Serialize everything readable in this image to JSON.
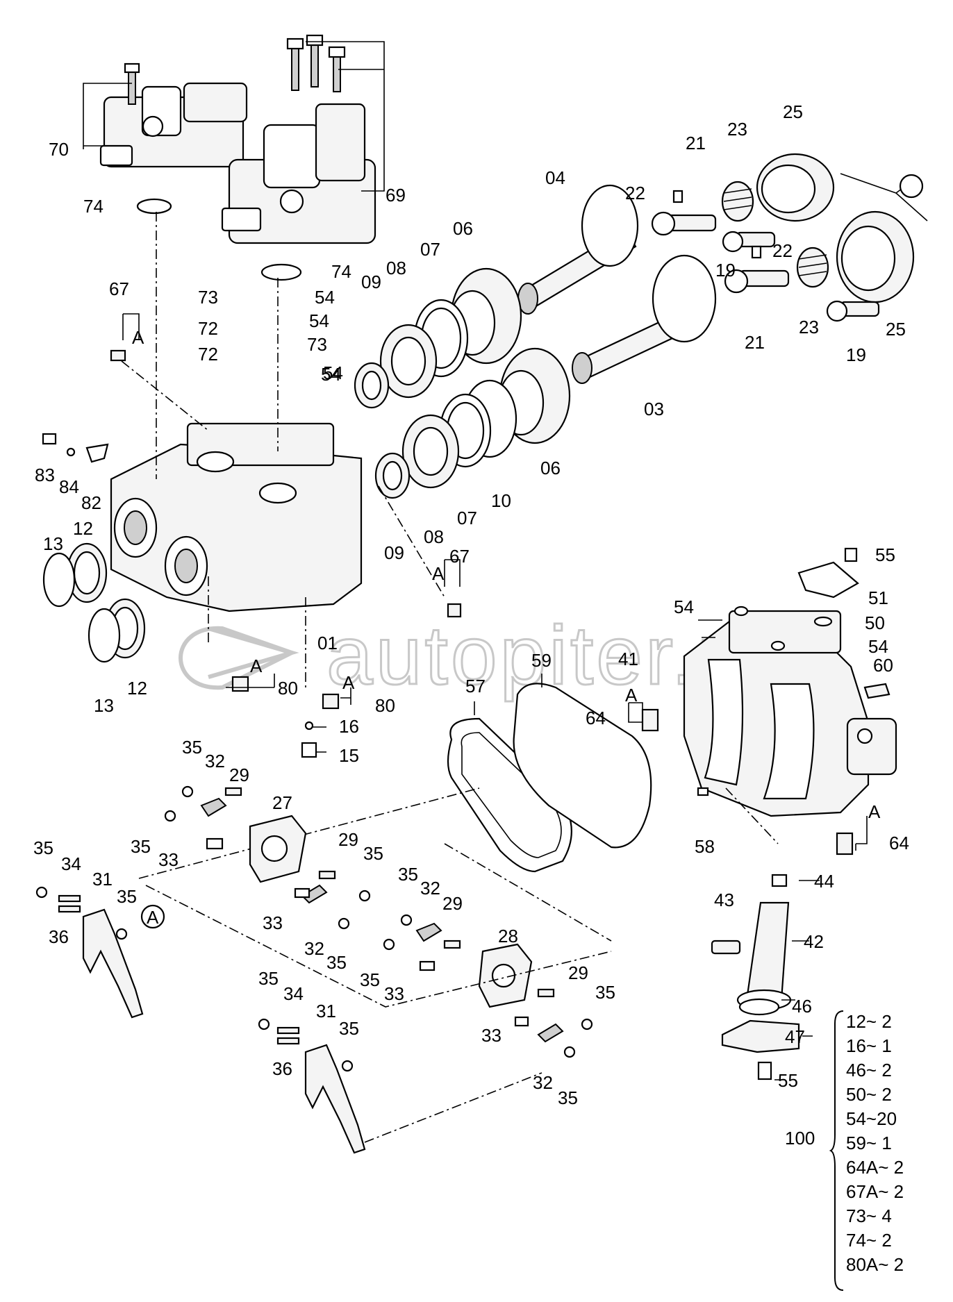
{
  "watermark": {
    "text": "autopiter.ru"
  },
  "callouts": [
    {
      "id": "c70",
      "text": "70"
    },
    {
      "id": "c74a",
      "text": "74"
    },
    {
      "id": "c69",
      "text": "69"
    },
    {
      "id": "c74b",
      "text": "74"
    },
    {
      "id": "c67a",
      "text": "67"
    },
    {
      "id": "cA1",
      "text": "A"
    },
    {
      "id": "c73a",
      "text": "73"
    },
    {
      "id": "c54a",
      "text": "54"
    },
    {
      "id": "c72a",
      "text": "72"
    },
    {
      "id": "c54b",
      "text": "54"
    },
    {
      "id": "c72b",
      "text": "72"
    },
    {
      "id": "c73b",
      "text": "73"
    },
    {
      "id": "c54c",
      "text": "54"
    },
    {
      "id": "c09a",
      "text": "09"
    },
    {
      "id": "c08a",
      "text": "08"
    },
    {
      "id": "c07a",
      "text": "07"
    },
    {
      "id": "c06a",
      "text": "06"
    },
    {
      "id": "c04",
      "text": "04"
    },
    {
      "id": "c22a",
      "text": "22"
    },
    {
      "id": "c21a",
      "text": "21"
    },
    {
      "id": "c23a",
      "text": "23"
    },
    {
      "id": "c25a",
      "text": "25"
    },
    {
      "id": "c22b",
      "text": "22"
    },
    {
      "id": "c19a",
      "text": "19"
    },
    {
      "id": "c21b",
      "text": "21"
    },
    {
      "id": "c23b",
      "text": "23"
    },
    {
      "id": "c25b",
      "text": "25"
    },
    {
      "id": "c19b",
      "text": "19"
    },
    {
      "id": "c03",
      "text": "03"
    },
    {
      "id": "c54d",
      "text": "54"
    },
    {
      "id": "c83",
      "text": "83"
    },
    {
      "id": "c84",
      "text": "84"
    },
    {
      "id": "c82",
      "text": "82"
    },
    {
      "id": "c13a",
      "text": "13"
    },
    {
      "id": "c12a",
      "text": "12"
    },
    {
      "id": "c06b",
      "text": "06"
    },
    {
      "id": "c10",
      "text": "10"
    },
    {
      "id": "c07b",
      "text": "07"
    },
    {
      "id": "c08b",
      "text": "08"
    },
    {
      "id": "c09b",
      "text": "09"
    },
    {
      "id": "c67b",
      "text": "67"
    },
    {
      "id": "cA2",
      "text": "A"
    },
    {
      "id": "c55a",
      "text": "55"
    },
    {
      "id": "c51",
      "text": "51"
    },
    {
      "id": "c54e",
      "text": "54"
    },
    {
      "id": "c50",
      "text": "50"
    },
    {
      "id": "c54f",
      "text": "54"
    },
    {
      "id": "c41",
      "text": "41"
    },
    {
      "id": "c60",
      "text": "60"
    },
    {
      "id": "c01",
      "text": "01"
    },
    {
      "id": "c13b",
      "text": "13"
    },
    {
      "id": "c12b",
      "text": "12"
    },
    {
      "id": "cA3",
      "text": "A"
    },
    {
      "id": "c80a",
      "text": "80"
    },
    {
      "id": "cA4",
      "text": "A"
    },
    {
      "id": "c80b",
      "text": "80"
    },
    {
      "id": "c16",
      "text": "16"
    },
    {
      "id": "c15",
      "text": "15"
    },
    {
      "id": "c57",
      "text": "57"
    },
    {
      "id": "c59",
      "text": "59"
    },
    {
      "id": "cA5",
      "text": "A"
    },
    {
      "id": "c64a",
      "text": "64"
    },
    {
      "id": "c35a",
      "text": "35"
    },
    {
      "id": "c32a",
      "text": "32"
    },
    {
      "id": "c29a",
      "text": "29"
    },
    {
      "id": "c27",
      "text": "27"
    },
    {
      "id": "c35b",
      "text": "35"
    },
    {
      "id": "c33a",
      "text": "33"
    },
    {
      "id": "c35c",
      "text": "35"
    },
    {
      "id": "c34a",
      "text": "34"
    },
    {
      "id": "c31a",
      "text": "31"
    },
    {
      "id": "c35d",
      "text": "35"
    },
    {
      "id": "c36a",
      "text": "36"
    },
    {
      "id": "cA6",
      "text": "A"
    },
    {
      "id": "c29b",
      "text": "29"
    },
    {
      "id": "c35e",
      "text": "35"
    },
    {
      "id": "c33b",
      "text": "33"
    },
    {
      "id": "c32b",
      "text": "32"
    },
    {
      "id": "c35f",
      "text": "35"
    },
    {
      "id": "c35g",
      "text": "35"
    },
    {
      "id": "c32c",
      "text": "32"
    },
    {
      "id": "c29c",
      "text": "29"
    },
    {
      "id": "c28",
      "text": "28"
    },
    {
      "id": "c35h",
      "text": "35"
    },
    {
      "id": "c33c",
      "text": "33"
    },
    {
      "id": "c58",
      "text": "58"
    },
    {
      "id": "cA7",
      "text": "A"
    },
    {
      "id": "c64b",
      "text": "64"
    },
    {
      "id": "c44",
      "text": "44"
    },
    {
      "id": "c43",
      "text": "43"
    },
    {
      "id": "c42",
      "text": "42"
    },
    {
      "id": "c46",
      "text": "46"
    },
    {
      "id": "c47",
      "text": "47"
    },
    {
      "id": "c55b",
      "text": "55"
    },
    {
      "id": "c35i",
      "text": "35"
    },
    {
      "id": "c34b",
      "text": "34"
    },
    {
      "id": "c31b",
      "text": "31"
    },
    {
      "id": "c35j",
      "text": "35"
    },
    {
      "id": "c36b",
      "text": "36"
    },
    {
      "id": "c29d",
      "text": "29"
    },
    {
      "id": "c35k",
      "text": "35"
    },
    {
      "id": "c33d",
      "text": "33"
    },
    {
      "id": "c32d",
      "text": "32"
    },
    {
      "id": "c35l",
      "text": "35"
    }
  ],
  "kit": {
    "number": "100",
    "items": [
      "12~ 2",
      "16~ 1",
      "46~ 2",
      "50~ 2",
      "54~20",
      "59~ 1",
      "64A~ 2",
      "67A~ 2",
      "73~ 4",
      "74~ 2",
      "80A~ 2"
    ]
  }
}
